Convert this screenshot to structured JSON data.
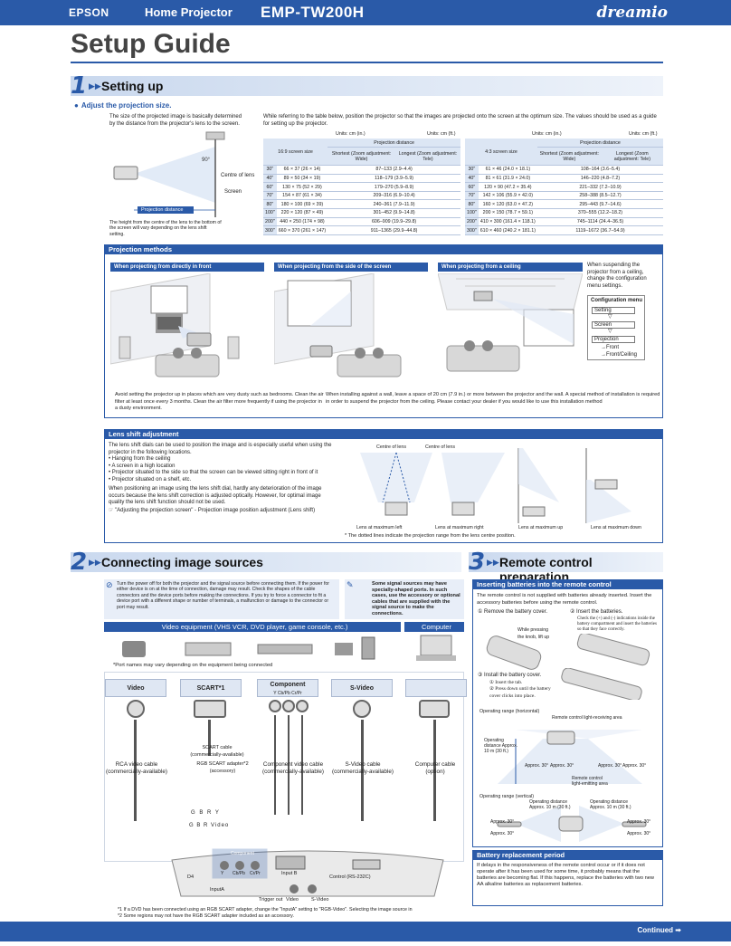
{
  "header": {
    "brand": "EPSON",
    "product": "Home Projector",
    "model": "EMP-TW200H",
    "logo": "dreamio"
  },
  "title": "Setup Guide",
  "section1": {
    "num": "1",
    "title": "Setting up",
    "adjust_heading": "Adjust the projection size.",
    "adjust_text": "The size of the projected image is basically determined by the distance from the projector's lens to the screen.",
    "diagram_labels": {
      "angle": "90°",
      "centre": "Centre of lens",
      "screen": "Screen",
      "distance": "Projection distance"
    },
    "height_note": "The height from the centre of the lens to the bottom of the screen will vary depending on the lens shift setting.",
    "table_intro": "While referring to the table below, position the projector so that the images are projected onto the screen at the optimum size. The values should be used as a guide for setting up the projector.",
    "units_in": "Units: cm (in.)",
    "units_ft": "Units: cm (ft.)",
    "table169": {
      "screen_label": "16:9 screen size",
      "dist_label": "Projection distance",
      "shortest": "Shortest (Zoom adjustment: Wide)",
      "longest": "Longest (Zoom adjustment: Tele)",
      "rows": [
        [
          "30\"",
          "66 × 37 (26 × 14)",
          "87–133 (2.9–4.4)"
        ],
        [
          "40\"",
          "89 × 50 (34 × 19)",
          "118–179 (3.9–5.9)"
        ],
        [
          "60\"",
          "130 × 75 (52 × 29)",
          "179–270 (5.9–8.9)"
        ],
        [
          "70\"",
          "154 × 87 (61 × 34)",
          "209–316 (6.9–10.4)"
        ],
        [
          "80\"",
          "180 × 100 (69 × 39)",
          "240–361 (7.9–11.9)"
        ],
        [
          "100\"",
          "220 × 120 (87 × 49)",
          "301–452 (9.9–14.8)"
        ],
        [
          "200\"",
          "440 × 250 (174 × 98)",
          "606–909 (19.9–29.8)"
        ],
        [
          "300\"",
          "660 × 370 (261 × 147)",
          "911–1365 (29.9–44.8)"
        ]
      ]
    },
    "table43": {
      "screen_label": "4:3 screen size",
      "dist_label": "Projection distance",
      "shortest": "Shortest (Zoom adjustment: Wide)",
      "longest": "Longest (Zoom adjustment: Tele)",
      "rows": [
        [
          "30\"",
          "61 × 46 (24.0 × 18.1)",
          "108–164 (3.6–5.4)"
        ],
        [
          "40\"",
          "81 × 61 (31.9 × 24.0)",
          "146–220 (4.8–7.2)"
        ],
        [
          "60\"",
          "120 × 90 (47.2 × 35.4)",
          "221–332 (7.2–10.9)"
        ],
        [
          "70\"",
          "142 × 106 (55.9 × 42.0)",
          "258–388 (8.5–12.7)"
        ],
        [
          "80\"",
          "160 × 120 (63.0 × 47.2)",
          "295–443 (9.7–14.6)"
        ],
        [
          "100\"",
          "200 × 150 (78.7 × 59.1)",
          "370–555 (12.2–18.2)"
        ],
        [
          "200\"",
          "410 × 300 (161.4 × 118.1)",
          "745–1114 (24.4–36.5)"
        ],
        [
          "300\"",
          "610 × 460 (240.2 × 181.1)",
          "1119–1672 (36.7–54.9)"
        ]
      ]
    },
    "methods": {
      "heading": "Projection methods",
      "front": "When projecting from directly in front",
      "side": "When projecting from the side of the screen",
      "ceiling": "When projecting from a ceiling",
      "ceiling_note": "When suspending the projector from a ceiling, change the configuration menu settings.",
      "config_title": "Configuration menu",
      "config_items": [
        "Setting",
        "Screen",
        "Projection"
      ],
      "config_options": [
        "Front",
        "Front/Ceiling"
      ],
      "warn1": "Avoid setting the projector up in places which are very dusty such as bedrooms. Clean the air filter at least once every 3 months. Clean the air filter more frequently if using the projector in a dusty environment.",
      "warn2": "When installing against a wall, leave a space of 20 cm (7.9 in.) or more between the projector and the wall. A special method of installation is required in order to suspend the projector from the ceiling. Please contact your dealer if you would like to use this installation method"
    },
    "lens": {
      "heading": "Lens shift adjustment",
      "text1": "The lens shift dials can be used to position the image and is especially useful when using the projector in the following locations.",
      "items": [
        "Hanging from the ceiling",
        "A screen in a high location",
        "Projector situated to the side so that the screen can be viewed sitting right in front of it",
        "Projector situated on a shelf, etc."
      ],
      "text2": "When positioning an image using the lens shift dial, hardly any deterioration of the image occurs because the lens shift correction is adjusted optically. However, for optimal image quality the lens shift function should not be used.",
      "ref": "\"Adjusting the projection screen\" - Projection image position adjustment (Lens shift)",
      "centre1": "Centre of lens",
      "centre2": "Centre of lens",
      "cap_left": "Lens at maximum left",
      "cap_right": "Lens at maximum right",
      "cap_up": "Lens at maximum up",
      "cap_down": "Lens at maximum down",
      "dotted_note": "* The dotted lines indicate the projection range from the lens centre position."
    }
  },
  "section2": {
    "num": "2",
    "title": "Connecting image sources",
    "warn": "Turn the power off for both the projector and the signal source before connecting them. If the power for either device is on at the time of connection, damage may result. Check the shapes of the cable connectors and the device ports before making the connections. If you try to force a connector to fit a device port with a different shape or number of terminals, a malfunction or damage to the connector or port may result.",
    "tip": "Some signal sources may have specially-shaped ports. In such cases, use the accessory or optional cables that are supplied with the signal source to make the connections.",
    "video_bar": "Video equipment (VHS VCR, DVD player, game console, etc.)",
    "computer_bar": "Computer",
    "port_note": "*Port names may vary depending on the equipment being connected",
    "ports": [
      "Video",
      "SCART*1",
      "Component",
      "S-Video",
      ""
    ],
    "comp_sub": "Y  Cb/Pb  Cr/Pr",
    "cables": {
      "rca": "RCA video cable (commercially-available)",
      "scart": "SCART cable (commercially-available)",
      "rgb": "RGB SCART adapter*2 (accessory)",
      "component": "Component video cable (commercially-available)",
      "svideo": "S-Video cable (commercially-available)",
      "computer": "Computer cable (option)"
    },
    "gbr": "G B R Y",
    "gbr2": "G B R Video",
    "panel": {
      "component": "Component",
      "y": "Y",
      "cb": "Cb/Pb",
      "cr": "Cr/Pr",
      "d4": "D4",
      "inputa": "InputA",
      "inputb": "Input B",
      "control": "Control (RS-232C)",
      "trigger": "Trigger out",
      "video": "Video",
      "svideo": "S-Video"
    },
    "foot1": "*1 If a DVD has been connected using an RGB SCART adapter, change the \"InputA\" setting to \"RGB-Video\". Selecting the image source in",
    "foot2": "*2 Some regions may not have the RGB SCART adapter included as an accessory."
  },
  "section3": {
    "num": "3",
    "title": "Remote control preparation",
    "battery_heading": "Inserting batteries into the remote control",
    "battery_text": "The remote control is not supplied with batteries already inserted. Insert the accessory batteries before using the remote control.",
    "step1": "Remove the battery cover.",
    "step1b": "While pressing the knob, lift up",
    "step2": "Insert the batteries.",
    "step2b": "Check the (+) and (-) indications inside the battery compartment and insert the batteries so that they face correctly.",
    "step3": "Install the battery cover.",
    "step3a": "① Insert the tab.",
    "step3b": "② Press down until the battery cover clicks into place.",
    "range_h": "Operating range (horizontal)",
    "range_v": "Operating range (vertical)",
    "sensor": "Remote control light-receiving area",
    "op_dist": "Operating distance Approx. 10 m (30 ft.)",
    "approx30": "Approx. 30°",
    "light_emit": "Remote control light-emitting area",
    "battery_period_heading": "Battery replacement period",
    "battery_period_text": "If delays in the responsiveness of the remote control occur or if it does not operate after it has been used for some time, it probably means that the batteries are becoming flat. If this happens, replace the batteries with two new AA alkaline batteries as replacement batteries."
  },
  "footer": {
    "continued": "Continued"
  },
  "colors": {
    "accent": "#2a5aa8",
    "light": "#dce6f4"
  }
}
